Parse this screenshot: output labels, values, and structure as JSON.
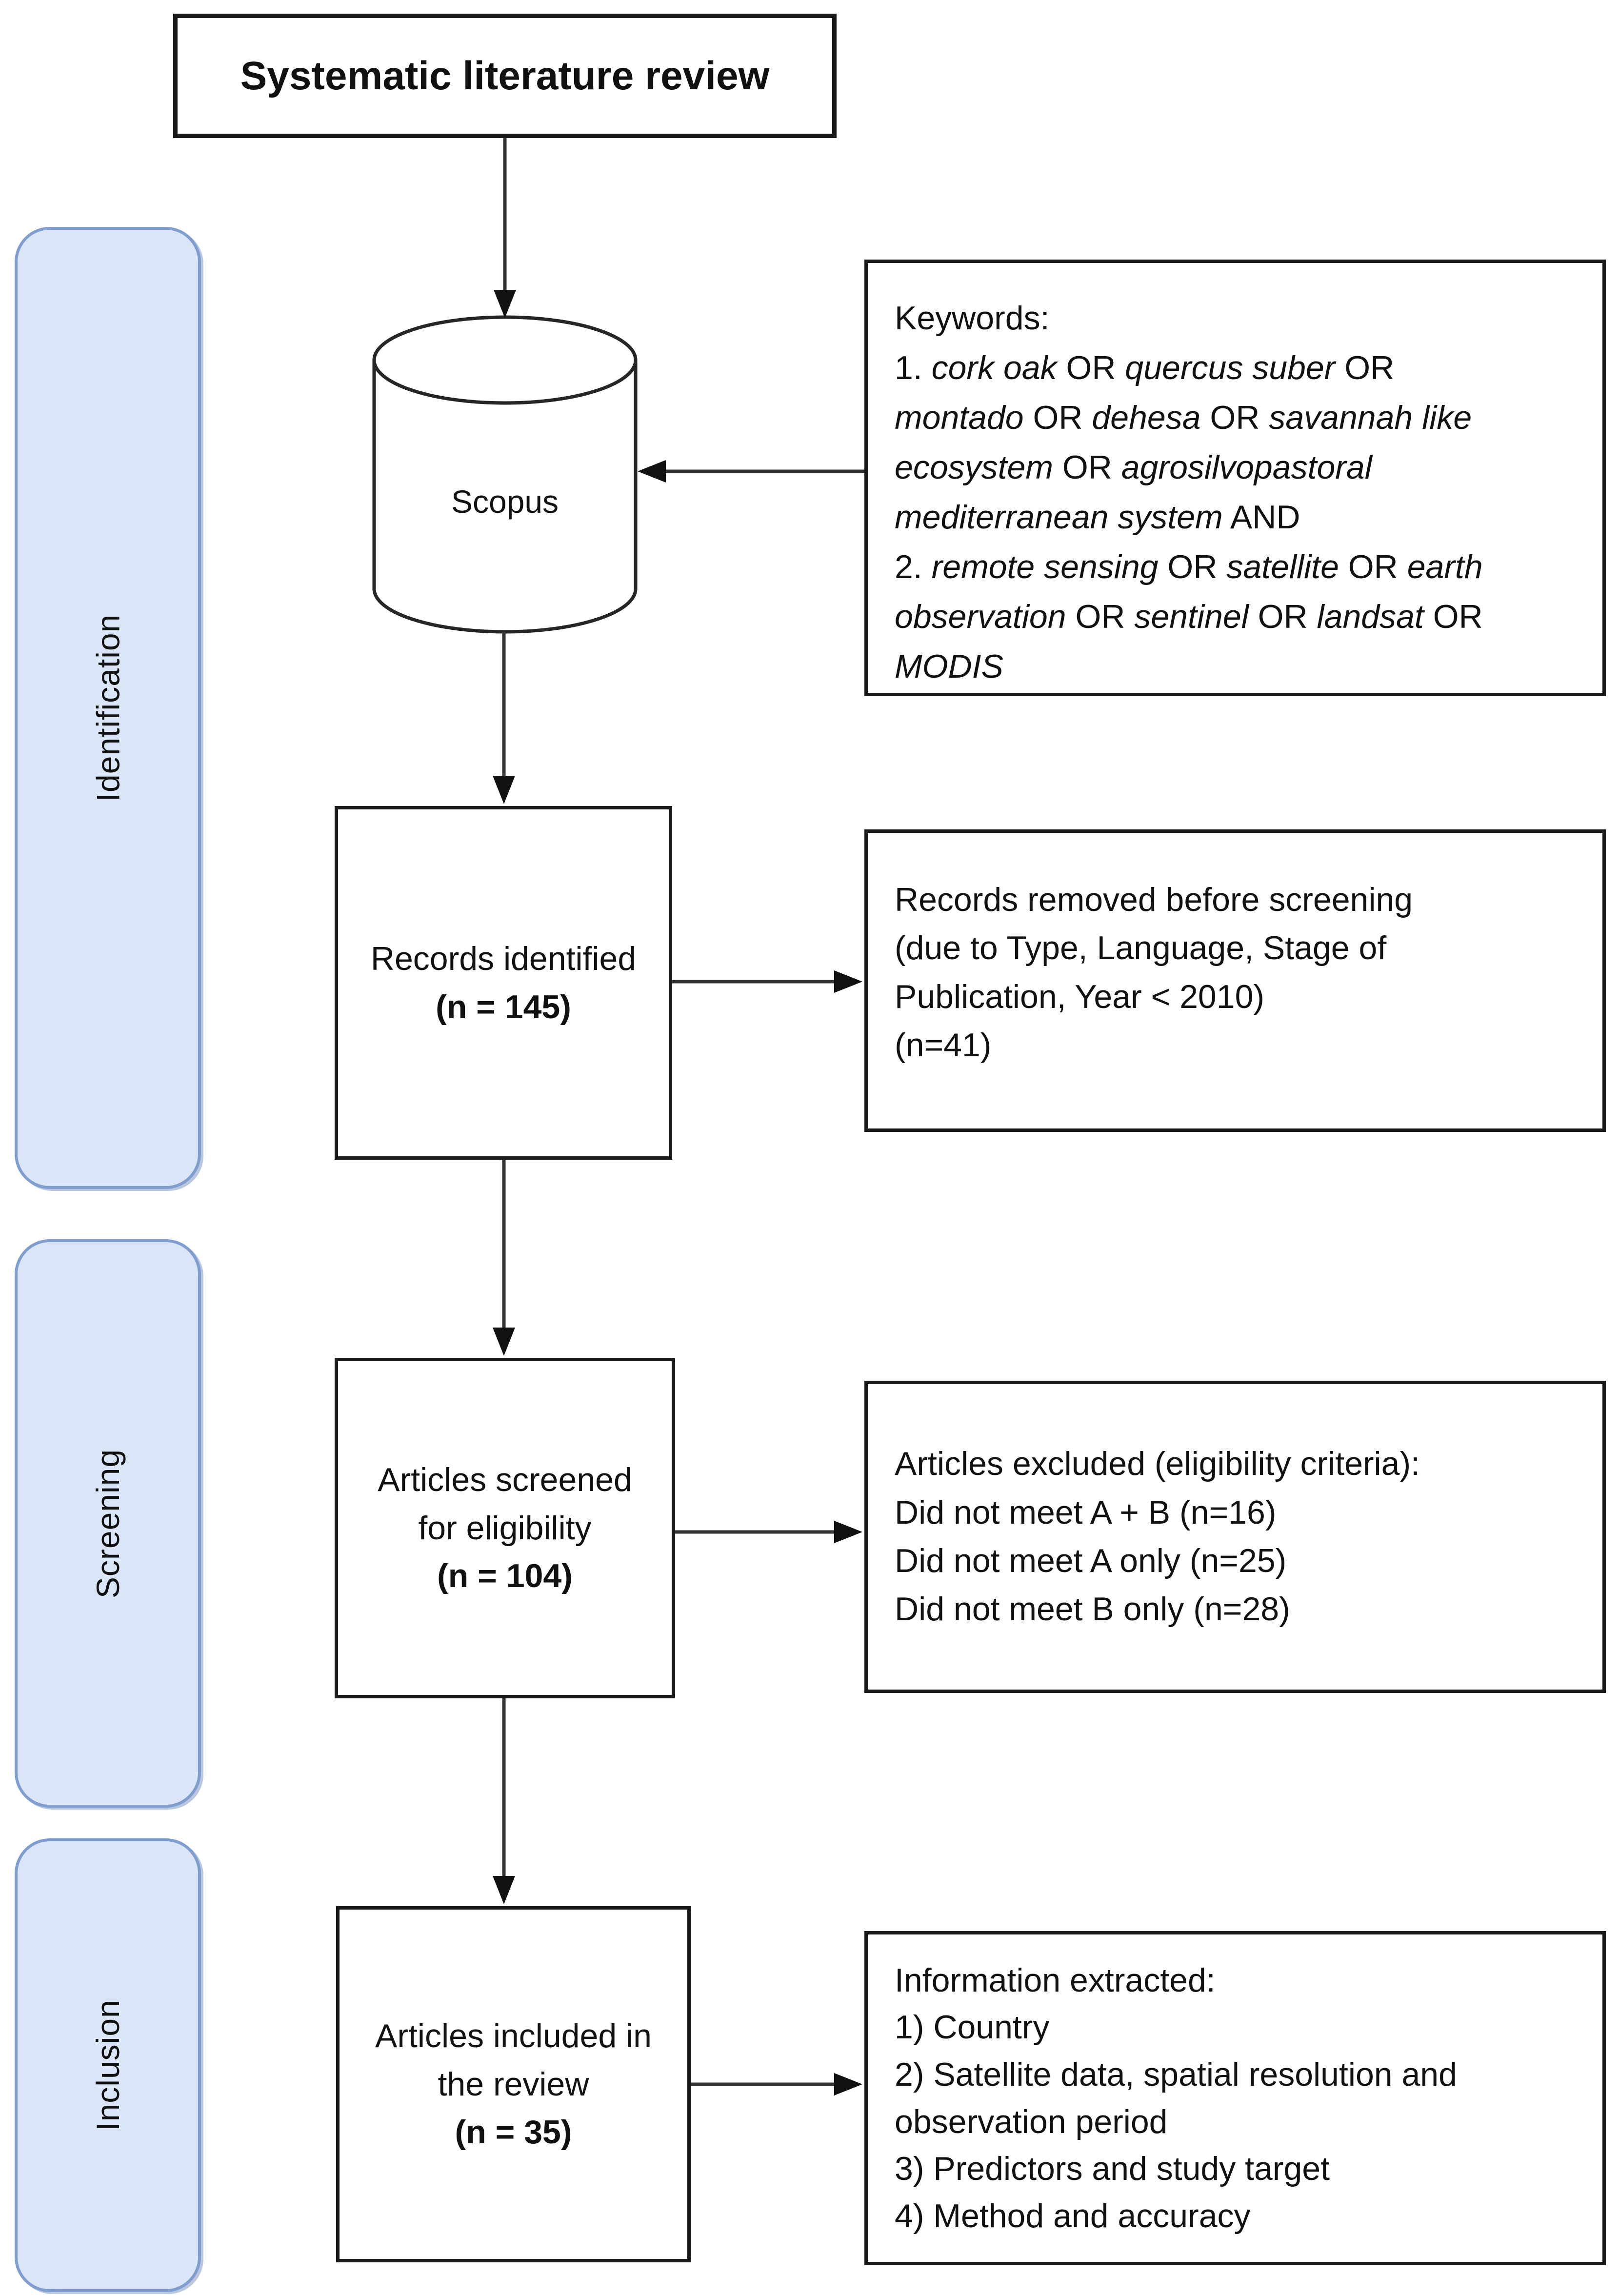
{
  "colors": {
    "stage_fill": "#dae6f7",
    "stage_border": "#7f9dce",
    "line": "#333333",
    "arrow_head": "#111111",
    "box_border": "#1a1a1a"
  },
  "title_box": {
    "label": "Systematic literature review"
  },
  "stages": {
    "identification": "Identification",
    "screening": "Screening",
    "inclusion": "Inclusion"
  },
  "database": {
    "label": "Scopus"
  },
  "keywords_box": {
    "runs": [
      {
        "t": "Keywords:\n"
      },
      {
        "t": "1. "
      },
      {
        "t": "cork oak",
        "i": 1
      },
      {
        "t": " OR "
      },
      {
        "t": "quercus suber",
        "i": 1
      },
      {
        "t": " OR\n"
      },
      {
        "t": "montado",
        "i": 1
      },
      {
        "t": " OR "
      },
      {
        "t": "dehesa",
        "i": 1
      },
      {
        "t": " OR "
      },
      {
        "t": "savannah like\necosystem",
        "i": 1
      },
      {
        "t": " OR "
      },
      {
        "t": "agrosilvopastoral\nmediterranean system",
        "i": 1
      },
      {
        "t": " AND\n"
      },
      {
        "t": "2. "
      },
      {
        "t": "remote sensing",
        "i": 1
      },
      {
        "t": " OR "
      },
      {
        "t": "satellite",
        "i": 1
      },
      {
        "t": " OR "
      },
      {
        "t": "earth\nobservation",
        "i": 1
      },
      {
        "t": " OR "
      },
      {
        "t": "sentinel",
        "i": 1
      },
      {
        "t": " OR "
      },
      {
        "t": "landsat",
        "i": 1
      },
      {
        "t": " OR\n"
      },
      {
        "t": "MODIS",
        "i": 1
      }
    ]
  },
  "flow_boxes": {
    "records_identified": {
      "line1": "Records identified",
      "n_line": "(n = 145)"
    },
    "articles_screened": {
      "line1": "Articles screened",
      "line2": "for eligibility",
      "n_line": "(n = 104)"
    },
    "articles_included": {
      "line1": "Articles included in",
      "line2": "the review",
      "n_line": "(n = 35)"
    }
  },
  "side_boxes": {
    "records_removed": {
      "lines": [
        "Records removed before screening",
        "(due to Type, Language, Stage of",
        "Publication, Year < 2010)",
        "(n=41)"
      ]
    },
    "articles_excluded": {
      "lines": [
        "Articles excluded (eligibility criteria):",
        "Did not meet A + B (n=16)",
        "Did not meet A only (n=25)",
        "Did not meet B only (n=28)"
      ]
    },
    "information_extracted": {
      "lines": [
        "Information extracted:",
        "1) Country",
        "2) Satellite data, spatial resolution and",
        "observation period",
        "3) Predictors and study target",
        "4) Method and accuracy"
      ]
    }
  }
}
